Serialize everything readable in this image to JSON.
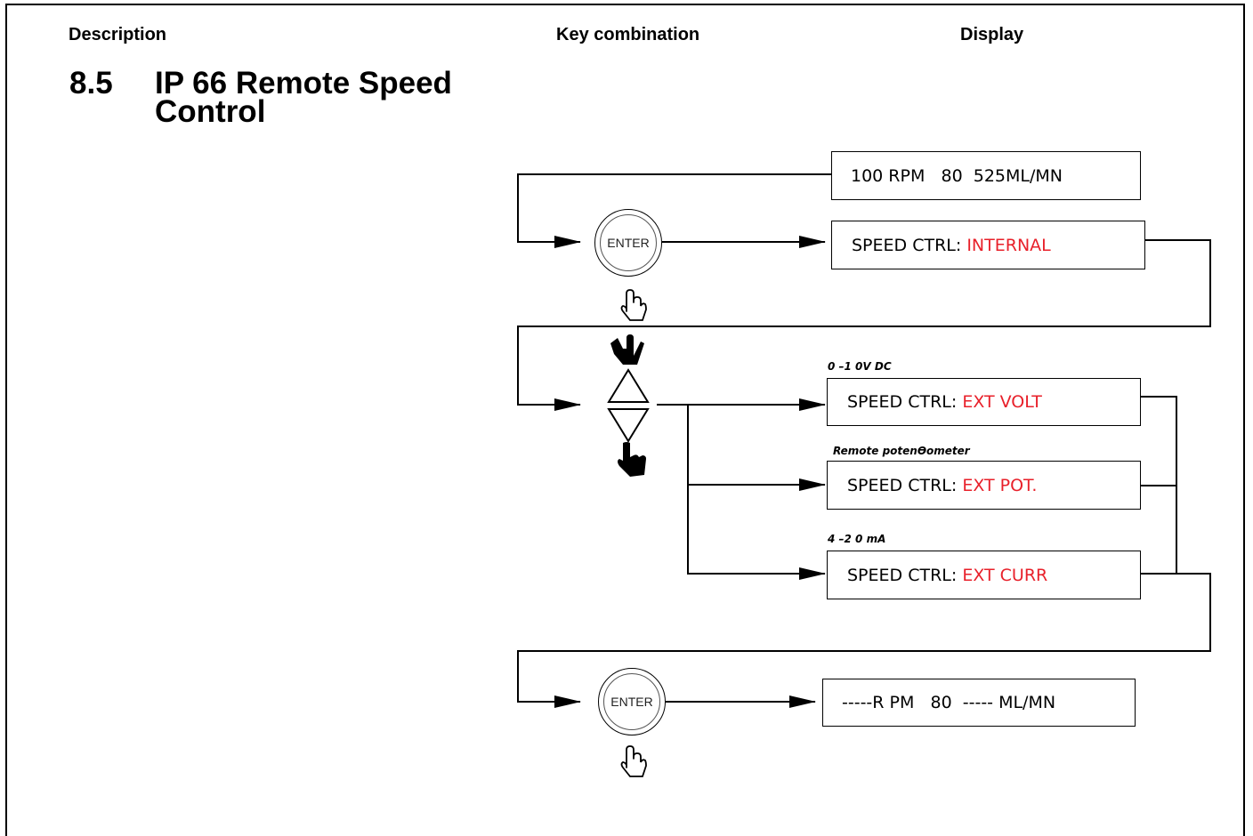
{
  "headers": {
    "description": "Description",
    "key_combination": "Key combination",
    "display": "Display"
  },
  "section": {
    "number": "8.5",
    "title": "IP 66 Remote Speed Control"
  },
  "keys": {
    "enter_1": "ENTER",
    "enter_2": "ENTER"
  },
  "displays": {
    "initial": "100 RPM   80  525ML/MN",
    "speed_prefix": "SPEED CTRL: ",
    "internal": "INTERNAL",
    "ext_volt": "EXT VOLT",
    "ext_pot": "EXT POT.",
    "ext_curr": "EXT CURR",
    "final": "-----R PM   80  ----- ML/MN"
  },
  "option_labels": {
    "volt": "0 –1 0V DC",
    "pot": "Remote potenƟometer",
    "curr": "4 –2 0 mA"
  },
  "colors": {
    "highlight": "#e8202a",
    "line": "#000000"
  }
}
